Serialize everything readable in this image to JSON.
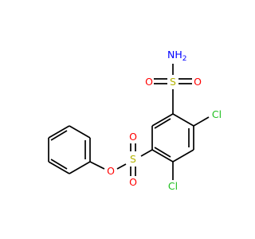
{
  "colors": {
    "bond": "#000000",
    "sulfur": "#b3b300",
    "oxygen": "#ff0000",
    "nitrogen": "#0000ff",
    "chlorine": "#1fbf1f"
  },
  "atoms": {
    "nh2": {
      "symbol": "NH",
      "subscript": "2"
    },
    "s_sulfonamide": "S",
    "o_sulfonamide_left": "O",
    "o_sulfonamide_right": "O",
    "cl_right": "Cl",
    "s_sulfonate": "S",
    "o_sulfonate_top": "O",
    "o_sulfonate_bottom": "O",
    "o_ester": "O",
    "cl_bottom": "Cl"
  }
}
